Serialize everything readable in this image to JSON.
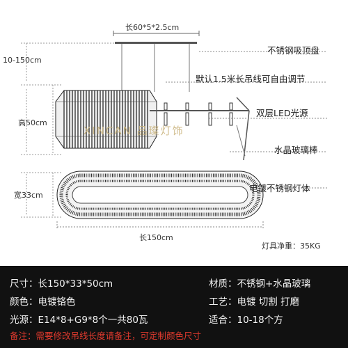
{
  "dimensions": {
    "top_plate": "长60*5*2.5cm",
    "cable_range": "10-150cm",
    "height": "高50cm",
    "width": "宽33cm",
    "length": "长150cm"
  },
  "features": [
    "不锈钢吸顶盘",
    "默认1.5米长吊线可自由调节",
    "双层LED光源",
    "水晶玻璃棒",
    "电镀不锈钢灯体"
  ],
  "weight": "灯具净重：35KG",
  "watermark": {
    "latin": "XINCAN",
    "chinese": "品璨灯饰"
  },
  "specs": {
    "size": "尺寸：长150*33*50cm",
    "color": "颜色：电镀铬色",
    "light_source": "光源：E14*8+G9*8个一共80瓦",
    "material": "材质：不锈钢+水晶玻璃",
    "craft": "工艺：电镀 切割 打磨",
    "suitable": "适合：10-18个方"
  },
  "note": {
    "label": "备注：",
    "text": "需要修改吊线长度请备注，可定制颜色尺寸"
  },
  "colors": {
    "spec_background": "#111111",
    "note_red": "#e23a2e",
    "watermark_gold": "#c9b27a"
  }
}
